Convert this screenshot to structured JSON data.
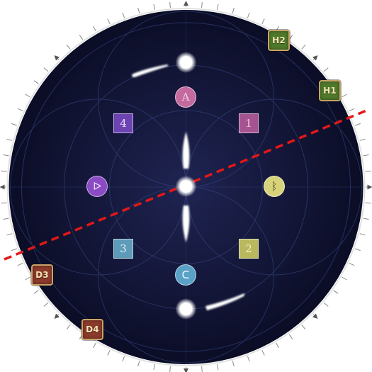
{
  "arena": {
    "colors": {
      "floor_center": "#1f2452",
      "floor_edge": "#0b0d26",
      "rim": "#d6d6d6",
      "tick": "#7c7c7c",
      "laser": "#e11818",
      "orb": "#ffffff"
    },
    "rim_arrow_icon": "triangle-arrow"
  },
  "waymarks": [
    {
      "id": "H2",
      "label": "H2",
      "tone": "green"
    },
    {
      "id": "H1",
      "label": "H1",
      "tone": "green"
    },
    {
      "id": "D3",
      "label": "D3",
      "tone": "red"
    },
    {
      "id": "D4",
      "label": "D4",
      "tone": "red"
    }
  ],
  "glyphs": [
    {
      "id": "A",
      "symbol": "A",
      "shape": "circle",
      "fill": "#c46a9e",
      "text_color": "#f1cfe2"
    },
    {
      "id": "B",
      "symbol": "ᛒ",
      "shape": "circle",
      "fill": "#d7d37a",
      "text_color": "#5b5826"
    },
    {
      "id": "C",
      "symbol": "ᑕ",
      "shape": "circle",
      "fill": "#5aa1c6",
      "text_color": "#e2f3fb"
    },
    {
      "id": "D",
      "symbol": "ᐅ",
      "shape": "circle",
      "fill": "#8a4bc4",
      "text_color": "#eadcf9"
    },
    {
      "id": "1",
      "symbol": "1",
      "shape": "square",
      "fill": "#a65391",
      "text_color": "#f2c5e4"
    },
    {
      "id": "2",
      "symbol": "2",
      "shape": "square",
      "fill": "#b9b85f",
      "text_color": "#f3f1c3"
    },
    {
      "id": "3",
      "symbol": "3",
      "shape": "square",
      "fill": "#5e9bb8",
      "text_color": "#dff2fb"
    },
    {
      "id": "4",
      "symbol": "4",
      "shape": "square",
      "fill": "#6d43b2",
      "text_color": "#e9dcfb"
    }
  ]
}
